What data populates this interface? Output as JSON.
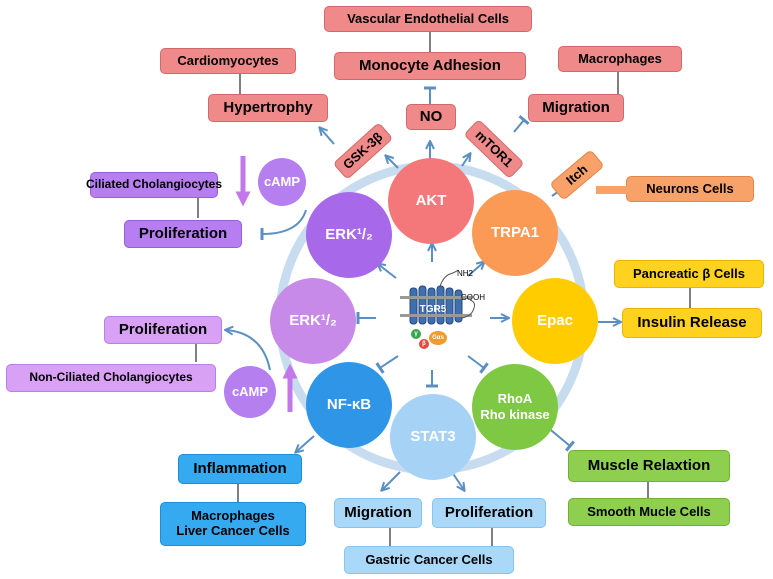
{
  "center": {
    "label": "TGR5",
    "nh2": "NH2",
    "cooh": "COOH",
    "g_alpha": "Gαs",
    "g_beta": "β",
    "g_gamma": "γ"
  },
  "nodes": {
    "akt": "AKT",
    "trpa1": "TRPA1",
    "epac": "Epac",
    "rhoa": "RhoA\nRho kinase",
    "stat3": "STAT3",
    "nfkb": "NF-κB",
    "erk_lower": "ERK¹/₂",
    "erk_upper": "ERK¹/₂",
    "camp_upper": "cAMP",
    "camp_lower": "cAMP"
  },
  "labels": {
    "gsk3b": "GSK-3β",
    "no": "NO",
    "mtor1": "mTOR1",
    "itch": "Itch",
    "vascular": "Vascular Endothelial Cells",
    "monocyte": "Monocyte Adhesion",
    "cardiomyocytes": "Cardiomyocytes",
    "hypertrophy": "Hypertrophy",
    "macrophages_top": "Macrophages",
    "migration_top": "Migration",
    "neurons": "Neurons Cells",
    "pancreatic": "Pancreatic β Cells",
    "insulin": "Insulin Release",
    "muscle_relax": "Muscle Relaxtion",
    "smooth_muscle": "Smooth Mucle Cells",
    "migration_bottom": "Migration",
    "proliferation_bottom": "Proliferation",
    "gastric": "Gastric Cancer Cells",
    "inflammation": "Inflammation",
    "macro_liver": "Macrophages\nLiver Cancer Cells",
    "ciliated": "Ciliated Cholangiocytes",
    "proliferation_upper": "Proliferation",
    "proliferation_lower": "Proliferation",
    "nonciliated": "Non-Ciliated Cholangiocytes"
  },
  "colors": {
    "akt": "#f4787a",
    "trpa1": "#fb9a55",
    "epac": "#ffcc00",
    "rhoa": "#7ec843",
    "stat3": "#a6d3f5",
    "nfkb": "#2f95e6",
    "erk_lower": "#c78ae8",
    "erk_upper": "#a868ea",
    "camp": "#b57ff0",
    "ring": "#c8dcf0",
    "arrow": "#5b8fc2"
  }
}
